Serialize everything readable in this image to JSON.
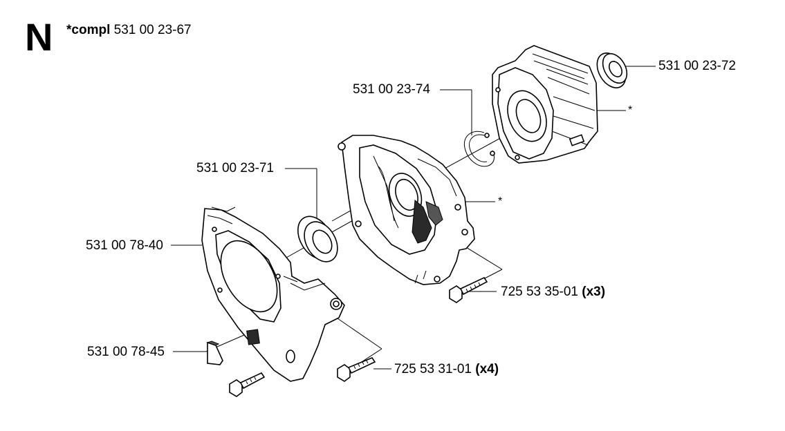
{
  "section": {
    "letter": "N"
  },
  "complete_assembly": {
    "prefix": "*compl",
    "number": "531 00 23-67"
  },
  "callouts": [
    {
      "id": "bearing-seal-right",
      "number": "531 00 23-72",
      "qty": ""
    },
    {
      "id": "circlip",
      "number": "531 00 23-74",
      "qty": ""
    },
    {
      "id": "bearing-seal-left",
      "number": "531 00 23-71",
      "qty": ""
    },
    {
      "id": "fan-housing",
      "number": "531 00 78-40",
      "qty": ""
    },
    {
      "id": "screw-crankcase",
      "number": "725 53 35-01",
      "qty": "(x3)"
    },
    {
      "id": "clip",
      "number": "531 00 78-45",
      "qty": ""
    },
    {
      "id": "screw-fan-housing",
      "number": "725 53 31-01",
      "qty": "(x4)"
    }
  ],
  "markers": {
    "asterisk": "*"
  }
}
